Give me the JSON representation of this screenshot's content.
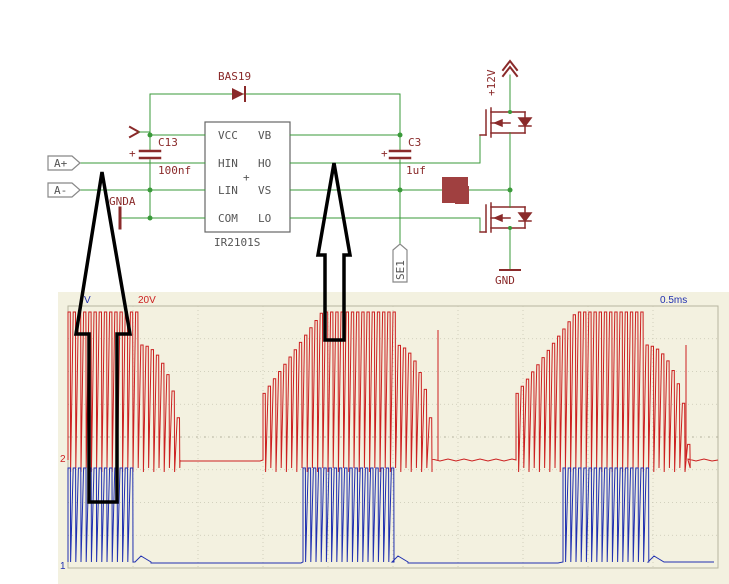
{
  "schematic": {
    "diode_label": "BAS19",
    "cap_c13_label": "C13",
    "cap_c13_value": "100nf",
    "cap_c3_label": "C3",
    "cap_c3_value": "1uf",
    "cap_plus": "+",
    "ic_name": "IR2101S",
    "ic_pins_left": [
      "VCC",
      "HIN",
      "LIN",
      "COM"
    ],
    "ic_pins_right": [
      "VB",
      "HO",
      "VS",
      "LO"
    ],
    "ic_center_mark": "+",
    "input_a_plus": "A+",
    "input_a_minus": "A-",
    "ground_label": "GNDA",
    "sense_label": "SE1",
    "supply_label": "+12V",
    "gnd_label": "GND"
  },
  "scope": {
    "ch_a_label": "V",
    "ch_b_label": "20V",
    "timebase_label": "0.5ms",
    "marker_ch_red": "2",
    "marker_ch_blue": "1"
  },
  "colors": {
    "wire": "#3a9a3a",
    "component": "#8a2a2a",
    "ic_border": "#666666",
    "trace_red": "#cc2020",
    "trace_blue": "#2030b0",
    "scope_bg": "#f3f1e0",
    "scope_grid": "#c8c6b2",
    "arrow": "#000000"
  }
}
